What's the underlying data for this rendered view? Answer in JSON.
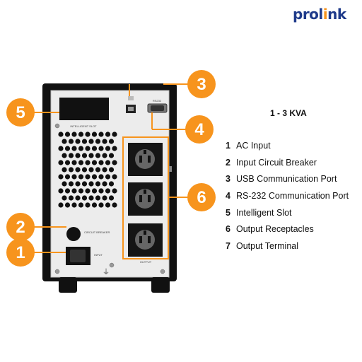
{
  "brand": {
    "logo_text": "prolink"
  },
  "legend": {
    "title": "1 - 3 KVA",
    "items": [
      {
        "number": "1",
        "label": "AC Input"
      },
      {
        "number": "2",
        "label": "Input Circuit Breaker"
      },
      {
        "number": "3",
        "label": "USB Communication Port"
      },
      {
        "number": "4",
        "label": "RS-232 Communication Port"
      },
      {
        "number": "5",
        "label": "Intelligent Slot"
      },
      {
        "number": "6",
        "label": "Output Receptacles"
      },
      {
        "number": "7",
        "label": "Output Terminal"
      }
    ]
  },
  "device": {
    "slot_label": "INTELLIGENT SLOT",
    "breaker_label": "CIRCUIT BREAKER",
    "input_label": "INPUT",
    "output_label": "OUTPUT",
    "port_label": "RS232"
  },
  "callouts": [
    "1",
    "2",
    "3",
    "4",
    "5",
    "6"
  ],
  "colors": {
    "callout": "#f7941d",
    "case": "#111111",
    "panel": "#ececec",
    "logo": "#1e3a8a"
  }
}
